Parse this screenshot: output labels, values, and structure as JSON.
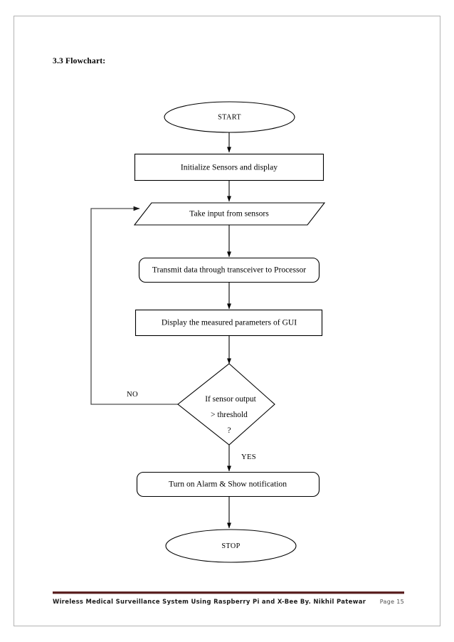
{
  "document": {
    "heading": "3.3 Flowchart:",
    "footer_text": "Wireless Medical Surveillance System Using Raspberry Pi and X-Bee   By. Nikhil Patewar",
    "footer_page": "Page 15",
    "footer_rule_color": "#5c2222",
    "page_border_color": "#b3b3b3"
  },
  "chart_data": {
    "type": "diagram",
    "diagram_type": "flowchart",
    "title": "3.3 Flowchart:",
    "orientation": "top-to-bottom",
    "nodes": [
      {
        "id": "start",
        "shape": "ellipse",
        "label": "START"
      },
      {
        "id": "init",
        "shape": "rectangle",
        "label": "Initialize Sensors and display"
      },
      {
        "id": "input",
        "shape": "parallelogram",
        "label": "Take input from sensors"
      },
      {
        "id": "transmit",
        "shape": "rounded-rect",
        "label": "Transmit data through transceiver to Processor"
      },
      {
        "id": "display",
        "shape": "rectangle",
        "label": "Display the measured parameters of GUI"
      },
      {
        "id": "decision",
        "shape": "diamond",
        "label_lines": [
          "If sensor output",
          "> threshold",
          "?"
        ]
      },
      {
        "id": "alarm",
        "shape": "rounded-rect",
        "label": "Turn on Alarm & Show notification"
      },
      {
        "id": "stop",
        "shape": "ellipse",
        "label": "STOP"
      }
    ],
    "edges": [
      {
        "from": "start",
        "to": "init",
        "label": ""
      },
      {
        "from": "init",
        "to": "input",
        "label": ""
      },
      {
        "from": "input",
        "to": "transmit",
        "label": ""
      },
      {
        "from": "transmit",
        "to": "display",
        "label": ""
      },
      {
        "from": "display",
        "to": "decision",
        "label": ""
      },
      {
        "from": "decision",
        "to": "alarm",
        "label": "YES"
      },
      {
        "from": "decision",
        "to": "input",
        "label": "NO",
        "routing": "left-feedback-loop"
      },
      {
        "from": "alarm",
        "to": "stop",
        "label": ""
      }
    ],
    "labels": {
      "yes": "YES",
      "no": "NO"
    }
  }
}
